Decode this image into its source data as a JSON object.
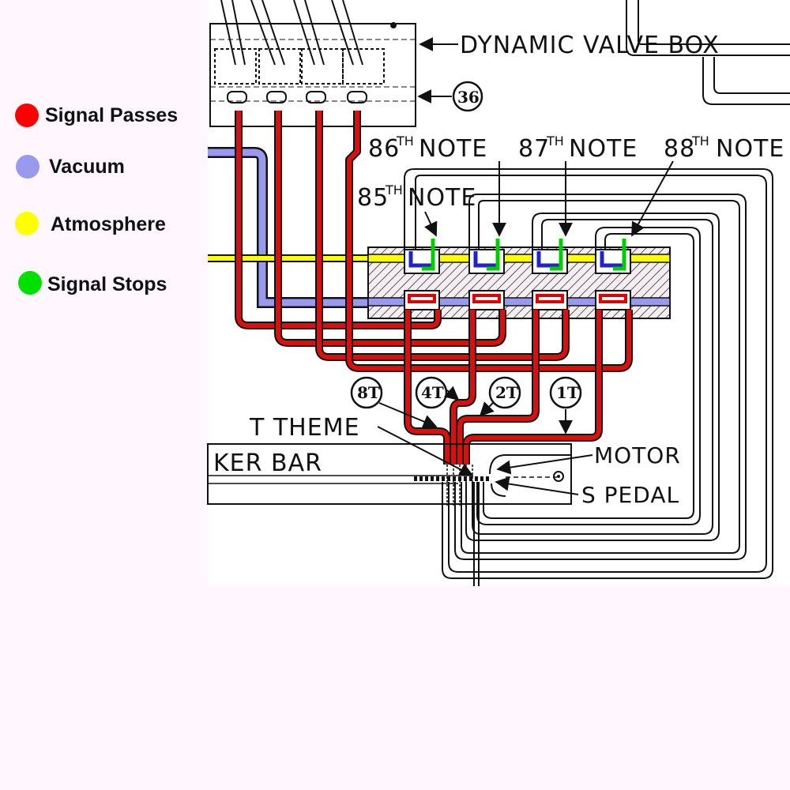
{
  "legend": {
    "items": [
      {
        "label": "Signal Passes",
        "color": "#ff0000"
      },
      {
        "label": "Vacuum",
        "color": "#9999ee"
      },
      {
        "label": "Atmosphere",
        "color": "#ffff00"
      },
      {
        "label": "Signal Stops",
        "color": "#00e000"
      }
    ]
  },
  "diagram": {
    "dynamic_valve_box": "DYNAMIC VALVE BOX",
    "callout_36": "36",
    "notes": {
      "n85_num": "85",
      "n86_num": "86",
      "n87_num": "87",
      "n88_num": "88",
      "th": "TH",
      "note_word": "NOTE"
    },
    "circles": {
      "c8t": "8T",
      "c4t": "4T",
      "c2t": "2T",
      "c1t": "1T"
    },
    "theme": "T THEME",
    "ker_bar": "KER BAR",
    "motor": "MOTOR",
    "s_pedal": "S PEDAL"
  },
  "colors": {
    "signal_passes": "#ff0000",
    "vacuum": "#9999ee",
    "atmosphere": "#ffff00",
    "signal_stops": "#00e000",
    "tube_red": "#d81010",
    "line_black": "#111111",
    "block_hatch": "#222222",
    "background": "#fff6fe"
  }
}
